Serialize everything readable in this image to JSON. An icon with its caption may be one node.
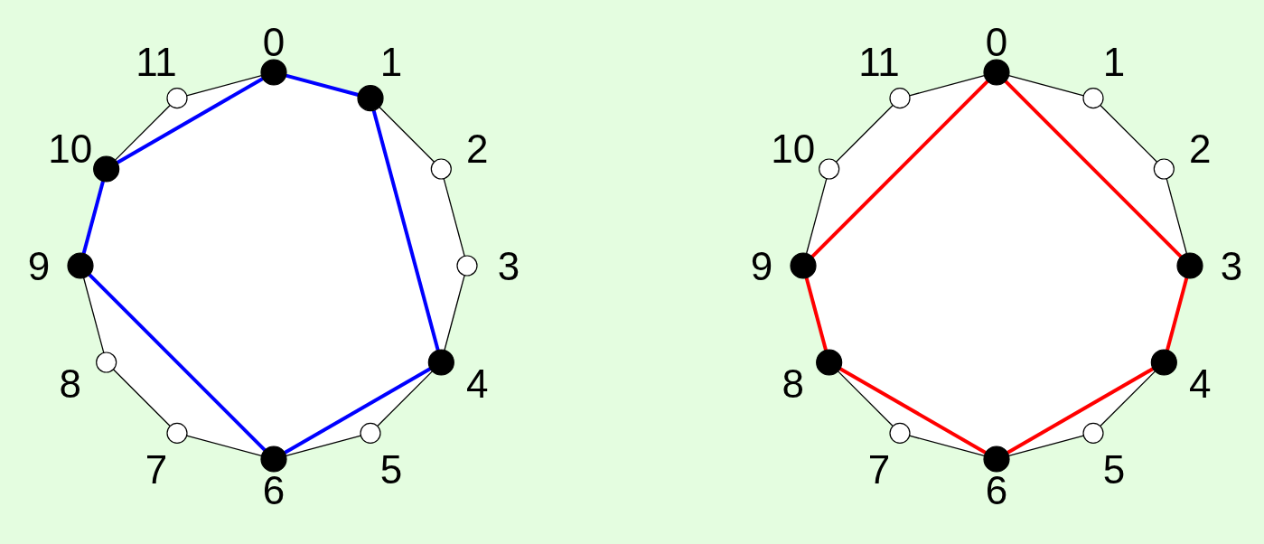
{
  "diagram": {
    "nodes": [
      {
        "text": [],
        "shape": "dot",
        "beside": [
          "0"
        ]
      },
      {
        "text": [],
        "shape": "dot",
        "beside": [
          "1"
        ]
      },
      {
        "text": [],
        "shape": "circle",
        "beside": [
          "2"
        ]
      },
      {
        "text": [],
        "shape": "circle",
        "beside": [
          "3"
        ]
      },
      {
        "text": [],
        "shape": "dot",
        "beside": [
          "4"
        ]
      },
      {
        "text": [],
        "shape": "circle",
        "beside": [
          "5"
        ]
      },
      {
        "text": [],
        "shape": "dot",
        "beside": [
          "6"
        ]
      },
      {
        "text": [],
        "shape": "circle",
        "beside": [
          "7"
        ]
      },
      {
        "text": [],
        "shape": "circle",
        "beside": [
          "8"
        ]
      },
      {
        "text": [],
        "shape": "dot",
        "beside": [
          "9"
        ]
      },
      {
        "text": [],
        "shape": "dot",
        "beside": [
          "10"
        ]
      },
      {
        "text": [],
        "shape": "circle",
        "beside": [
          "11"
        ]
      },
      {
        "text": [],
        "shape": "dot",
        "beside": [
          "0"
        ]
      },
      {
        "text": [],
        "shape": "circle",
        "beside": [
          "1"
        ]
      },
      {
        "text": [],
        "shape": "circle",
        "beside": [
          "2"
        ]
      },
      {
        "text": [],
        "shape": "dot",
        "beside": [
          "3"
        ]
      },
      {
        "text": [],
        "shape": "dot",
        "beside": [
          "4"
        ]
      },
      {
        "text": [],
        "shape": "circle",
        "beside": [
          "5"
        ]
      },
      {
        "text": [],
        "shape": "dot",
        "beside": [
          "6"
        ]
      },
      {
        "text": [],
        "shape": "circle",
        "beside": [
          "7"
        ]
      },
      {
        "text": [],
        "shape": "dot",
        "beside": [
          "8"
        ]
      },
      {
        "text": [],
        "shape": "dot",
        "beside": [
          "9"
        ]
      },
      {
        "text": [],
        "shape": "circle",
        "beside": [
          "10"
        ]
      },
      {
        "text": [],
        "shape": "circle",
        "beside": [
          "11"
        ]
      }
    ],
    "edges": [
      {
        "from": 0,
        "to": 1,
        "arrow": "none",
        "style": "thick",
        "color": "#0000ff"
      },
      {
        "from": 1,
        "to": 4,
        "arrow": "none",
        "style": "thick",
        "color": "#0000ff"
      },
      {
        "from": 4,
        "to": 6,
        "arrow": "none",
        "style": "thick",
        "color": "#0000ff"
      },
      {
        "from": 6,
        "to": 9,
        "arrow": "none",
        "style": "thick",
        "color": "#0000ff"
      },
      {
        "from": 9,
        "to": 10,
        "arrow": "none",
        "style": "thick",
        "color": "#0000ff"
      },
      {
        "from": 10,
        "to": 0,
        "arrow": "none",
        "style": "thick",
        "color": "#0000ff"
      },
      {
        "from": 1,
        "to": 2,
        "arrow": "none"
      },
      {
        "from": 2,
        "to": 3,
        "arrow": "none"
      },
      {
        "from": 3,
        "to": 4,
        "arrow": "none"
      },
      {
        "from": 4,
        "to": 5,
        "arrow": "none"
      },
      {
        "from": 5,
        "to": 6,
        "arrow": "none"
      },
      {
        "from": 6,
        "to": 7,
        "arrow": "none"
      },
      {
        "from": 7,
        "to": 8,
        "arrow": "none"
      },
      {
        "from": 8,
        "to": 9,
        "arrow": "none"
      },
      {
        "from": 10,
        "to": 11,
        "arrow": "none"
      },
      {
        "from": 11,
        "to": 0,
        "arrow": "none"
      },
      {
        "from": 12,
        "to": 15,
        "arrow": "none",
        "style": "thick",
        "color": "#ff0000"
      },
      {
        "from": 15,
        "to": 16,
        "arrow": "none",
        "style": "thick",
        "color": "#ff0000"
      },
      {
        "from": 16,
        "to": 18,
        "arrow": "none",
        "style": "thick",
        "color": "#ff0000"
      },
      {
        "from": 18,
        "to": 20,
        "arrow": "none",
        "style": "thick",
        "color": "#ff0000"
      },
      {
        "from": 20,
        "to": 21,
        "arrow": "none",
        "style": "thick",
        "color": "#ff0000"
      },
      {
        "from": 21,
        "to": 12,
        "arrow": "none",
        "style": "thick",
        "color": "#ff0000"
      },
      {
        "from": 12,
        "to": 13,
        "arrow": "none"
      },
      {
        "from": 13,
        "to": 14,
        "arrow": "none"
      },
      {
        "from": 14,
        "to": 15,
        "arrow": "none"
      },
      {
        "from": 16,
        "to": 17,
        "arrow": "none"
      },
      {
        "from": 17,
        "to": 18,
        "arrow": "none"
      },
      {
        "from": 18,
        "to": 19,
        "arrow": "none"
      },
      {
        "from": 19,
        "to": 20,
        "arrow": "none"
      },
      {
        "from": 21,
        "to": 22,
        "arrow": "none"
      },
      {
        "from": 22,
        "to": 23,
        "arrow": "none"
      },
      {
        "from": 23,
        "to": 12,
        "arrow": "none"
      }
    ]
  }
}
